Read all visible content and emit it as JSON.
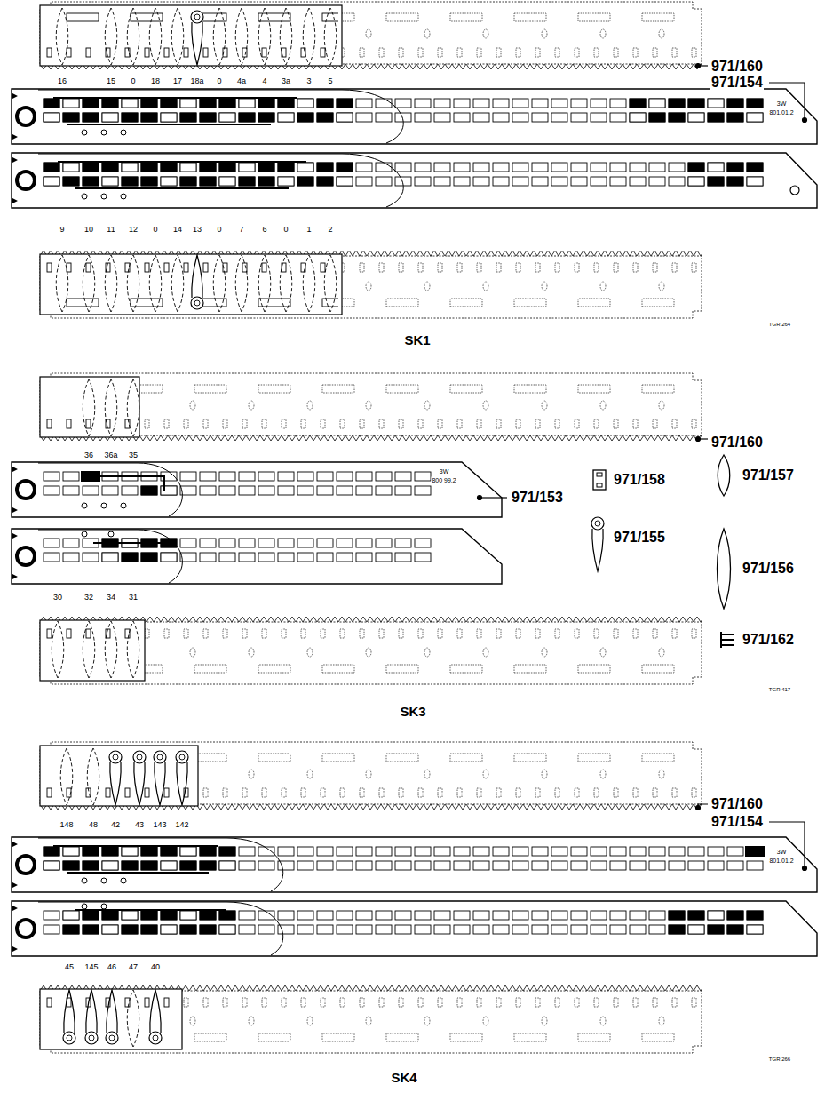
{
  "diagram": {
    "labels": [
      "16",
      "15",
      "0",
      "18",
      "17",
      "18a",
      "0",
      "4a",
      "4",
      "3a",
      "3",
      "5",
      "971/160",
      "971/154",
      "3W",
      "801.01.2",
      "9",
      "10",
      "11",
      "12",
      "0",
      "14",
      "13",
      "0",
      "7",
      "6",
      "0",
      "1",
      "2",
      "TGR 264",
      "SK1",
      "971/160",
      "36",
      "36a",
      "35",
      "3W",
      "800 99.2",
      "971/153",
      "971/158",
      "971/157",
      "971/155",
      "971/156",
      "971/162",
      "30",
      "32",
      "34",
      "31",
      "TGR 417",
      "SK3",
      "971/160",
      "971/154",
      "148",
      "48",
      "42",
      "43",
      "143",
      "142",
      "3W",
      "801.01.2",
      "45",
      "145",
      "46",
      "47",
      "40",
      "TGR 266",
      "SK4"
    ]
  }
}
